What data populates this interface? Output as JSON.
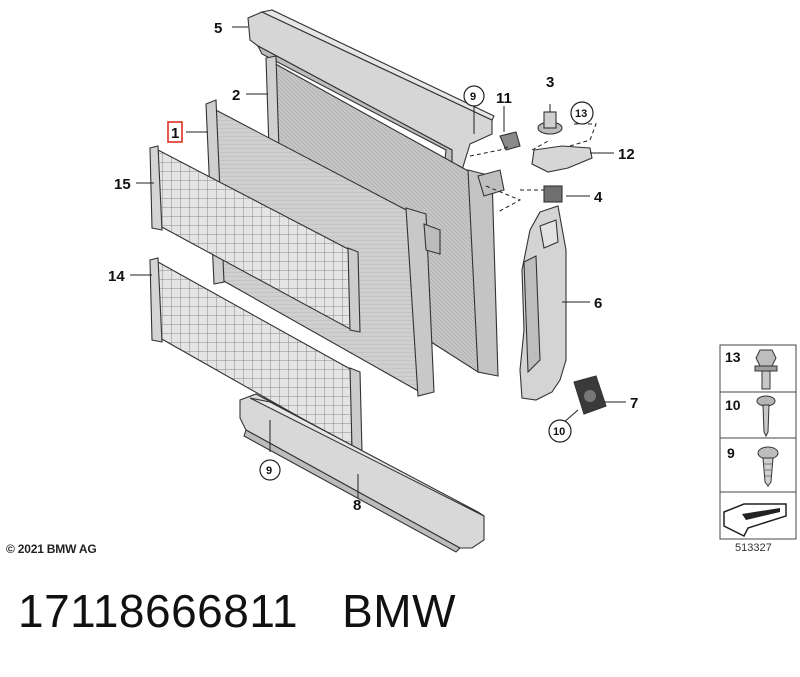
{
  "diagram": {
    "copyright": "© 2021 BMW AG",
    "diagram_id": "513327",
    "callouts": [
      {
        "id": "5",
        "circled": false,
        "boxed": false
      },
      {
        "id": "2",
        "circled": false,
        "boxed": false
      },
      {
        "id": "1",
        "circled": false,
        "boxed": true
      },
      {
        "id": "15",
        "circled": false,
        "boxed": false
      },
      {
        "id": "14",
        "circled": false,
        "boxed": false
      },
      {
        "id": "9",
        "circled": true,
        "boxed": false
      },
      {
        "id": "11",
        "circled": false,
        "boxed": false
      },
      {
        "id": "3",
        "circled": false,
        "boxed": false
      },
      {
        "id": "13",
        "circled": true,
        "boxed": false
      },
      {
        "id": "12",
        "circled": false,
        "boxed": false
      },
      {
        "id": "4",
        "circled": false,
        "boxed": false
      },
      {
        "id": "6",
        "circled": false,
        "boxed": false
      },
      {
        "id": "7",
        "circled": false,
        "boxed": false
      },
      {
        "id": "10",
        "circled": true,
        "boxed": false
      },
      {
        "id": "9",
        "circled": true,
        "boxed": false
      },
      {
        "id": "8",
        "circled": false,
        "boxed": false
      }
    ],
    "fastener_legend": [
      {
        "id": "13",
        "icon": "flange-bolt-icon"
      },
      {
        "id": "10",
        "icon": "screw-icon"
      },
      {
        "id": "9",
        "icon": "expanding-rivet-icon"
      }
    ],
    "legend_footer_icon": "arrow-direction-icon"
  },
  "footer": {
    "part_number": "17118666811",
    "brand": "BMW"
  },
  "colors": {
    "part_fill": "#d9d9d9",
    "part_dark": "#a8a8a8",
    "line": "#222222",
    "highlight_box": "#e0201a"
  }
}
